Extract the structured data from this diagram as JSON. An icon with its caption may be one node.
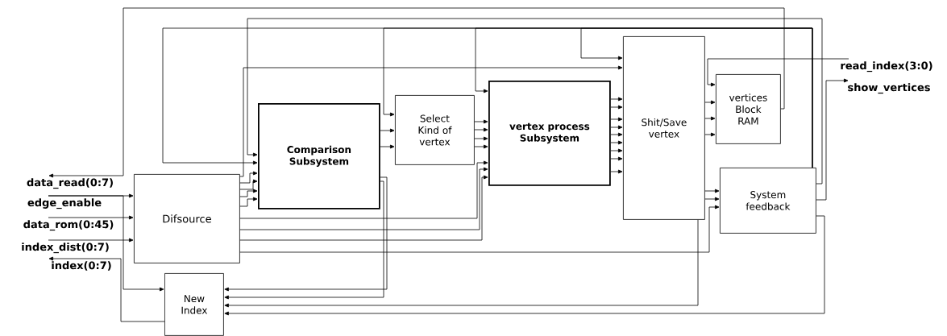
{
  "diagram": {
    "nodes": [
      {
        "text": [
          "Comparison Subsystem"
        ]
      },
      {
        "text": [
          "Select Kind of vertex"
        ]
      },
      {
        "text": [
          "vertex process Subsystem"
        ]
      },
      {
        "text": [
          "Shit/Save vertex"
        ]
      },
      {
        "text": [
          "vertices Block RAM"
        ]
      },
      {
        "text": [
          "System feedback"
        ]
      },
      {
        "text": [
          "Difsource"
        ]
      },
      {
        "text": [
          "New Index"
        ]
      },
      {
        "text": [
          "data_read(0:7)"
        ]
      },
      {
        "text": [
          "edge_enable"
        ]
      },
      {
        "text": [
          "data_rom(0:45)"
        ]
      },
      {
        "text": [
          "index_dist(0:7)"
        ]
      },
      {
        "text": [
          "index(0:7)"
        ]
      },
      {
        "text": [
          "read_index(3:0)"
        ]
      },
      {
        "text": [
          "show_vertices"
        ]
      }
    ],
    "edges": [
      {
        "from": 4,
        "to": 8,
        "arrow": "to"
      },
      {
        "from": 9,
        "to": 6,
        "arrow": "to"
      },
      {
        "from": 9,
        "to": 7,
        "arrow": "to"
      },
      {
        "from": 10,
        "to": 6,
        "arrow": "to"
      },
      {
        "from": 11,
        "to": 6,
        "arrow": "to"
      },
      {
        "from": 7,
        "to": 12,
        "arrow": "to"
      },
      {
        "from": 6,
        "to": 0,
        "arrow": "to"
      },
      {
        "from": 6,
        "to": 0,
        "arrow": "to"
      },
      {
        "from": 6,
        "to": 0,
        "arrow": "to"
      },
      {
        "from": 6,
        "to": 0,
        "arrow": "to"
      },
      {
        "from": 6,
        "to": 3,
        "arrow": "to"
      },
      {
        "from": 5,
        "to": 0,
        "arrow": "to"
      },
      {
        "from": 5,
        "to": 0,
        "arrow": "to"
      },
      {
        "from": 5,
        "to": 1,
        "arrow": "to"
      },
      {
        "from": 5,
        "to": 2,
        "arrow": "to"
      },
      {
        "from": 5,
        "to": 3,
        "arrow": "to"
      },
      {
        "from": 0,
        "to": 1,
        "arrow": "to"
      },
      {
        "from": 0,
        "to": 1,
        "arrow": "to"
      },
      {
        "from": 1,
        "to": 2,
        "arrow": "to"
      },
      {
        "from": 1,
        "to": 2,
        "arrow": "to"
      },
      {
        "from": 1,
        "to": 2,
        "arrow": "to"
      },
      {
        "from": 1,
        "to": 2,
        "arrow": "to"
      },
      {
        "from": 6,
        "to": 2,
        "arrow": "to"
      },
      {
        "from": 6,
        "to": 2,
        "arrow": "to"
      },
      {
        "from": 6,
        "to": 2,
        "arrow": "to"
      },
      {
        "from": 6,
        "to": 5,
        "arrow": "to"
      },
      {
        "from": 2,
        "to": 3,
        "arrow": "to"
      },
      {
        "from": 2,
        "to": 3,
        "arrow": "to"
      },
      {
        "from": 2,
        "to": 3,
        "arrow": "to"
      },
      {
        "from": 2,
        "to": 3,
        "arrow": "to"
      },
      {
        "from": 2,
        "to": 3,
        "arrow": "to"
      },
      {
        "from": 2,
        "to": 3,
        "arrow": "to"
      },
      {
        "from": 2,
        "to": 3,
        "arrow": "to"
      },
      {
        "from": 2,
        "to": 3,
        "arrow": "to"
      },
      {
        "from": 2,
        "to": 3,
        "arrow": "to"
      },
      {
        "from": 3,
        "to": 4,
        "arrow": "to"
      },
      {
        "from": 3,
        "to": 4,
        "arrow": "to"
      },
      {
        "from": 3,
        "to": 4,
        "arrow": "to"
      },
      {
        "from": 13,
        "to": 4,
        "arrow": "to"
      },
      {
        "from": 5,
        "to": 14,
        "arrow": "to"
      },
      {
        "from": 3,
        "to": 5,
        "arrow": "to"
      },
      {
        "from": 3,
        "to": 5,
        "arrow": "to"
      },
      {
        "from": 0,
        "to": 7,
        "arrow": "to"
      },
      {
        "from": 0,
        "to": 7,
        "arrow": "to"
      },
      {
        "from": 3,
        "to": 7,
        "arrow": "to"
      },
      {
        "from": 5,
        "to": 7,
        "arrow": "to"
      }
    ]
  }
}
